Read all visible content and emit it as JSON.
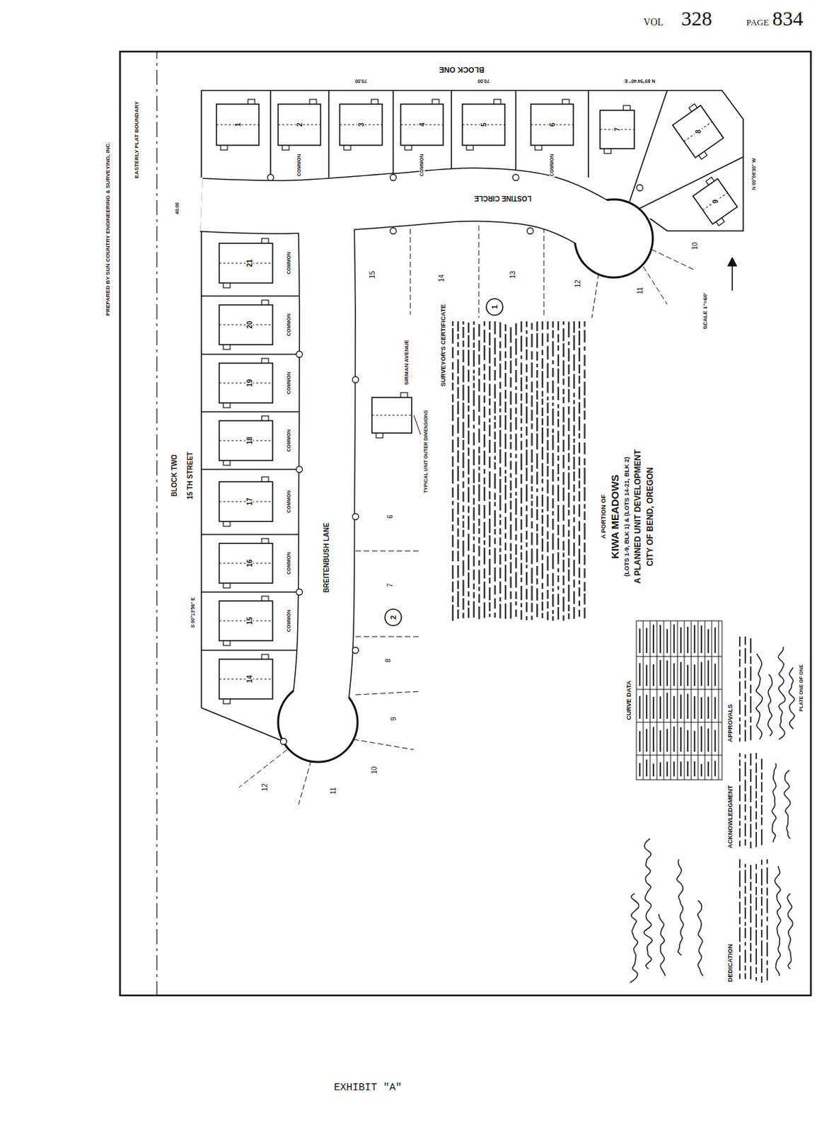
{
  "diagram": {
    "title": "KIWA MEADOWS",
    "labels": [
      "VOL",
      "328",
      "PAGE",
      "834",
      "A PORTION OF",
      "(LOTS 1-9, BLK 1) & (LOTS 14-21, BLK 2)",
      "A PLANNED UNIT DEVELOPMENT",
      "CITY OF BEND, OREGON",
      "SCALE 1\"=60'",
      "SURVEYOR'S CERTIFICATE",
      "CURVE DATA",
      "DEDICATION",
      "ACKNOWLEDGMENT",
      "APPROVALS",
      "PLATE ONE OF ONE",
      "BLOCK ONE",
      "BLOCK TWO",
      "15 TH STREET",
      "EASTERLY PLAT BOUNDARY",
      "PREPARED BY SUN COUNTRY ENGINEERING & SURVEYING, INC.",
      "LOSTINE CIRCLE",
      "BREITENBUSH LANE",
      "SIRMAN AVENUE",
      "TYPICAL UNIT OUTER DIMENSIONS",
      "EXHIBIT \"A\"",
      "1",
      "2",
      "3",
      "4",
      "5",
      "6",
      "7",
      "8",
      "9",
      "21",
      "20",
      "19",
      "18",
      "17",
      "16",
      "15",
      "14",
      "COMMON",
      "COMMON",
      "COMMON",
      "COMMON",
      "COMMON",
      "COMMON",
      "COMMON",
      "COMMON",
      "COMMON",
      "COMMON",
      "15",
      "14",
      "13",
      "12",
      "11",
      "10",
      "6",
      "7",
      "8",
      "9",
      "10",
      "11",
      "12",
      "1",
      "2",
      "S 00°13'56\" E",
      "N 89°54'40\" E",
      "N 00°06'30\" W",
      "70.00",
      "70.00",
      "40.00"
    ]
  }
}
